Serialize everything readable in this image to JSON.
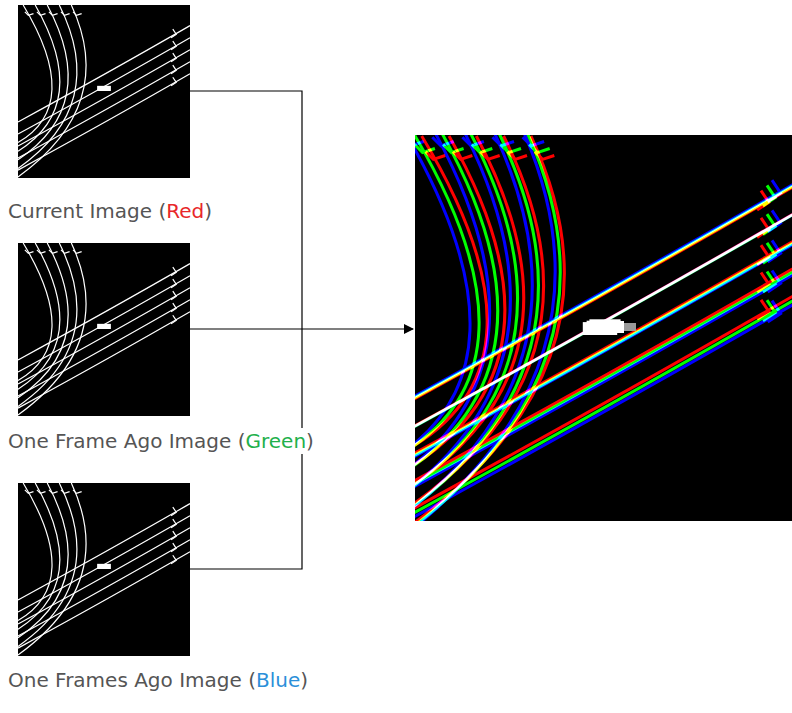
{
  "diagram": {
    "labels": [
      "Current Image (",
      "Red",
      ")",
      "One Frame Ago Image (",
      "Green",
      ")",
      "One Frames Ago Image (",
      "Blue",
      ")"
    ]
  }
}
